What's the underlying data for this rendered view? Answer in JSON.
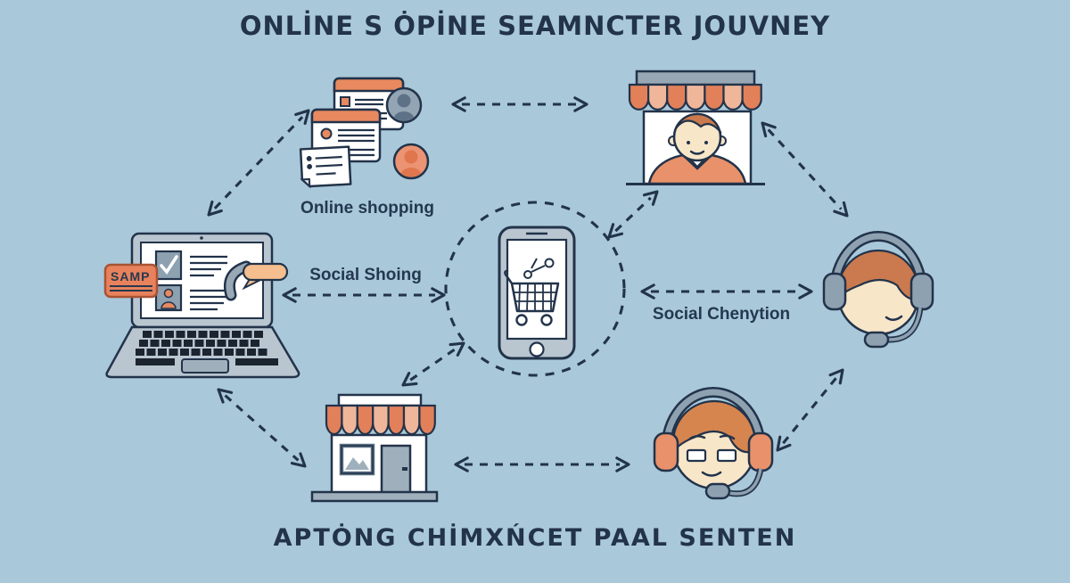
{
  "title": "ONLİNE S ȮPİNE SEAMNCTER JOUVNEY",
  "caption": "APTȮNG CHİMXŃCET PAAL SENTEN",
  "labels": {
    "online_shopping": "Online shopping",
    "social_shoing": "Social Shoing",
    "social_chenytion": "Social Chenytion",
    "laptop_tag": "SAMP"
  },
  "nodes": [
    {
      "id": "online-shopping-windows",
      "caption": "Online shopping"
    },
    {
      "id": "storefront-seller"
    },
    {
      "id": "laptop-browser"
    },
    {
      "id": "smartphone-shopping-cart"
    },
    {
      "id": "support-agent-headset"
    },
    {
      "id": "retail-store"
    },
    {
      "id": "customer-headphones"
    }
  ],
  "colors": {
    "background": "#a9c8da",
    "line": "#22334a",
    "orange": "#e8895f",
    "peach": "#efb69a",
    "gray_blue": "#8ea1b1",
    "light_gray": "#b9c6d0",
    "skin": "#f8e6c8"
  }
}
